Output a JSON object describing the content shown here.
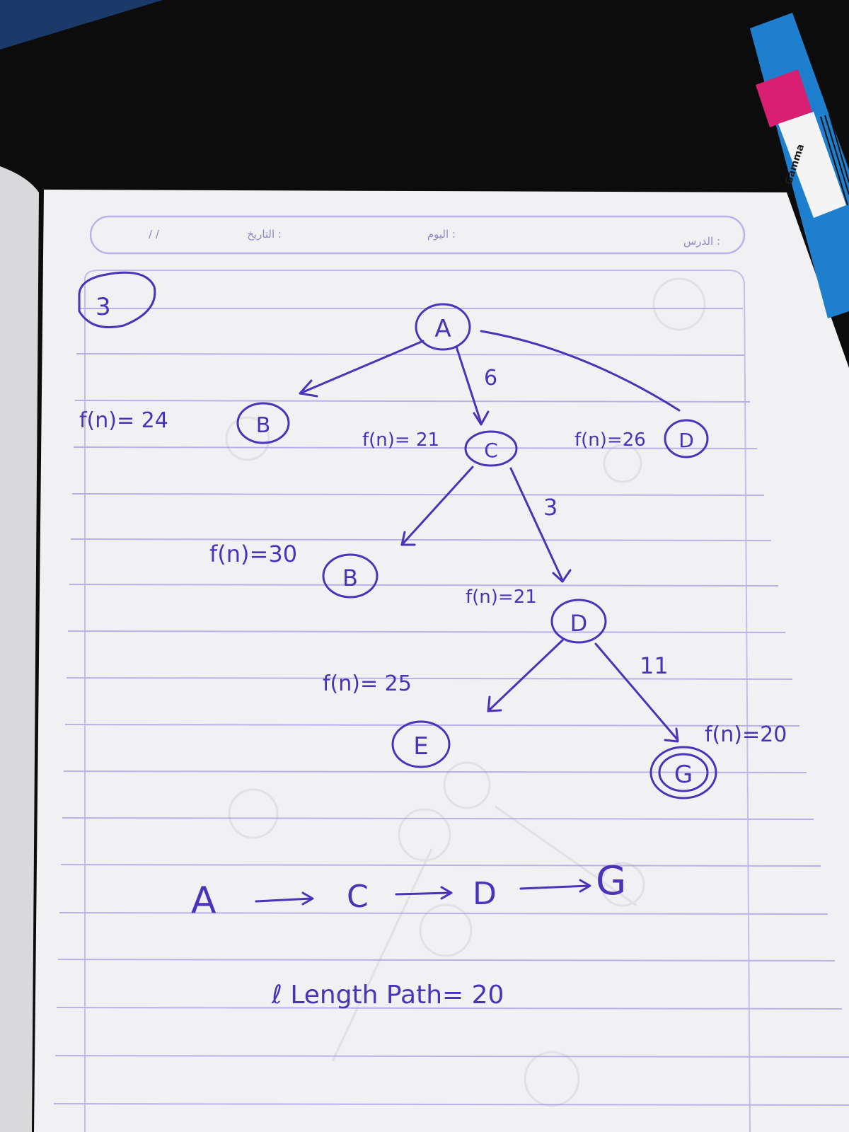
{
  "header": {
    "date_label": "التاريخ :",
    "date_slashes": "/      /",
    "day_label": "اليوم :",
    "lesson_label": "الدرس :"
  },
  "problem_number": "3",
  "nodes": {
    "a": "A",
    "b1": "B",
    "c": "C",
    "d_top": "D",
    "b2": "B",
    "d": "D",
    "e": "E",
    "g": "G"
  },
  "annotations": {
    "fn_b1": "f(n)= 24",
    "fn_c": "f(n)= 21",
    "fn_d_top": "f(n)=26",
    "fn_b2": "f(n)=30",
    "fn_d": "f(n)=21",
    "fn_e": "f(n)= 25",
    "fn_g": "f(n)=20"
  },
  "edge_costs": {
    "a_c": "6",
    "c_d": "3",
    "d_g": "11"
  },
  "path": {
    "n1": "A",
    "n2": "C",
    "n3": "D",
    "n4": "G"
  },
  "summary": "ℓ Length Path= 20",
  "marker": {
    "brand": "Gamma"
  },
  "colors": {
    "ink": "#4b32b8",
    "paper": "#f1f1f3",
    "rule": "#b9b2ea",
    "marker_body": "#1f7fcf",
    "marker_band": "#d81f72"
  }
}
